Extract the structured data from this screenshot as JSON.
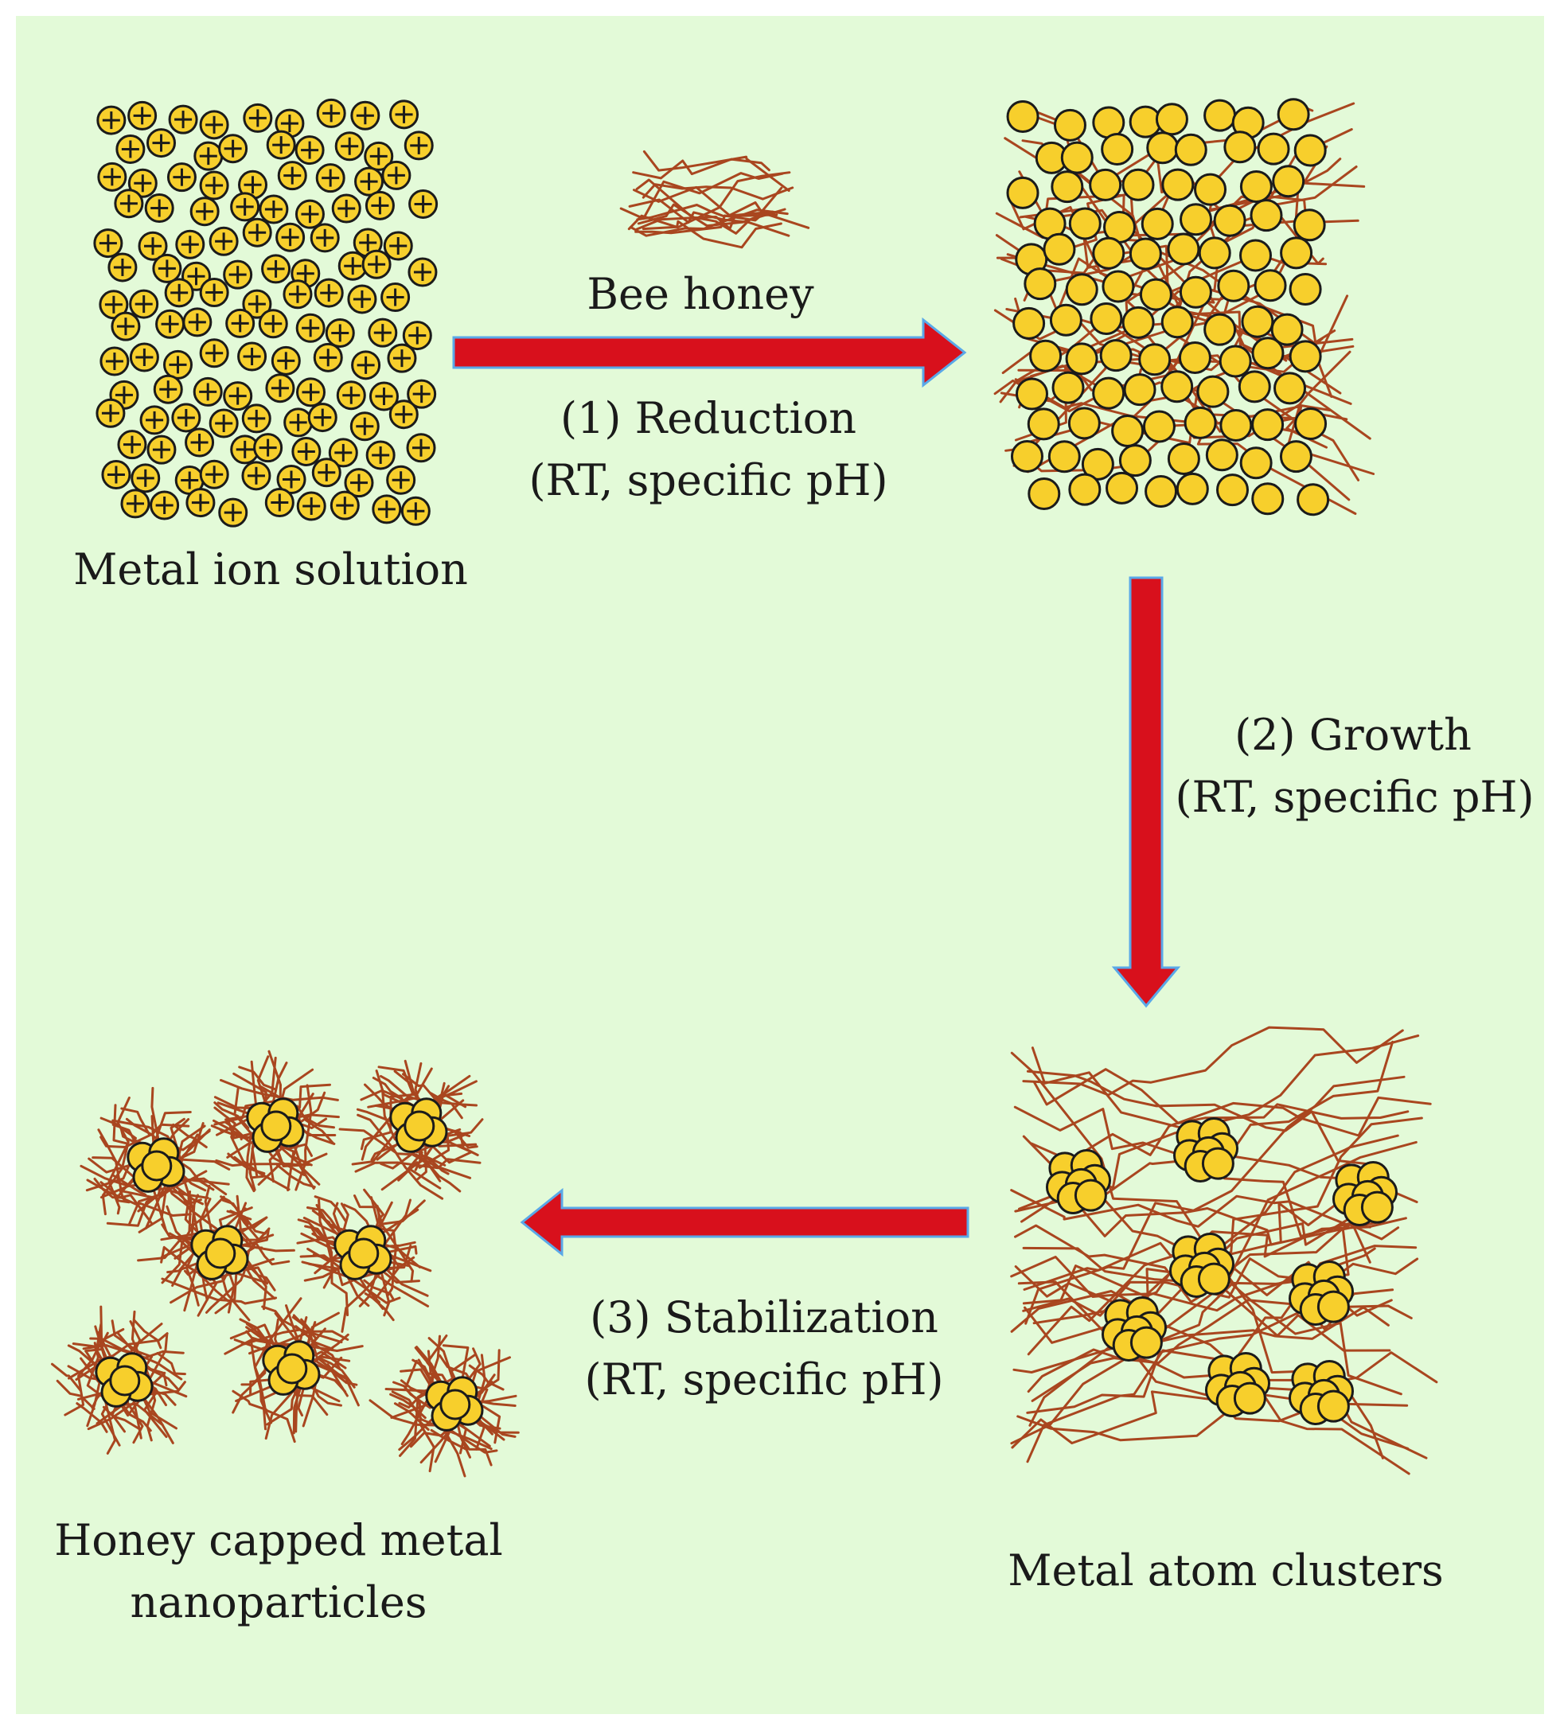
{
  "labels": {
    "metal_ion_solution": "Metal ion solution",
    "bee_honey": "Bee honey",
    "step1_title": "(1) Reduction",
    "step1_cond": "(RT, specific pH)",
    "step2_title": "(2) Growth",
    "step2_cond": "(RT, specific pH)",
    "step3_title": "(3) Stabilization",
    "step3_cond": "(RT, specific pH)",
    "metal_atom_clusters": "Metal atom clusters",
    "capped_line1": "Honey capped metal",
    "capped_line2": "nanoparticles"
  },
  "colors": {
    "background": "#e3fad8",
    "arrow_fill": "#d8101c",
    "arrow_outline": "#5aa8e8",
    "particle_fill": "#f7cf2c",
    "particle_stroke": "#1b1b1b",
    "honey_strand": "#a9461f"
  },
  "icons": [
    "metal-ion-plus-icon",
    "metal-atom-icon",
    "honey-strand-icon",
    "process-arrow-icon"
  ]
}
